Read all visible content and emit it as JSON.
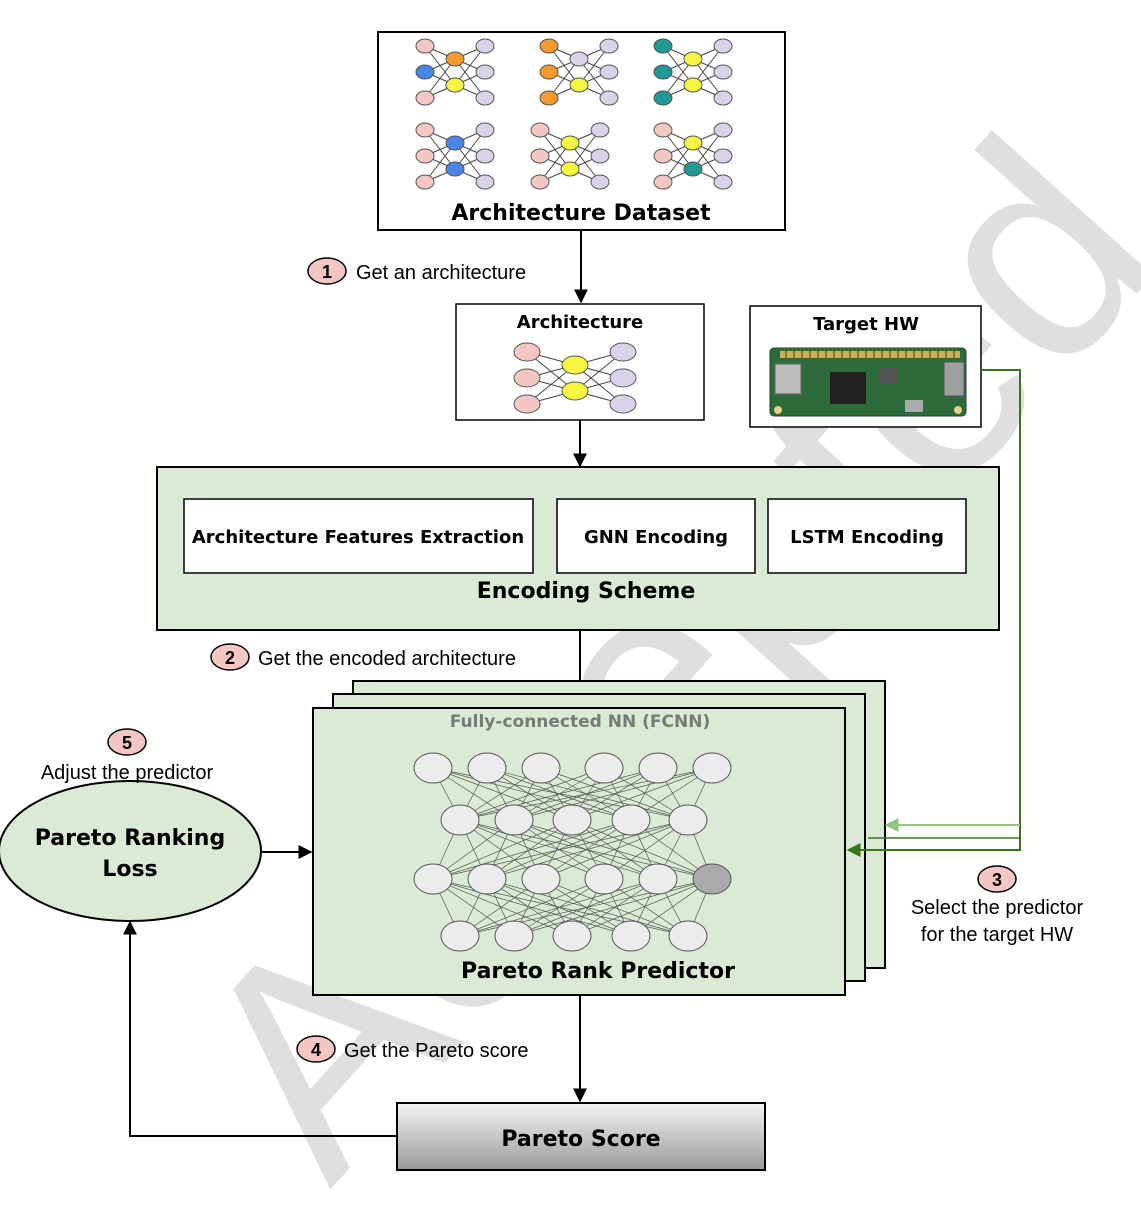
{
  "dataset": {
    "title": "Architecture Dataset"
  },
  "architecture": {
    "title": "Architecture"
  },
  "target_hw": {
    "title": "Target HW"
  },
  "encoding": {
    "title": "Encoding Scheme",
    "methods": [
      "Architecture Features Extraction",
      "GNN Encoding",
      "LSTM Encoding"
    ]
  },
  "predictor": {
    "subtitle": "Fully-connected NN (FCNN)",
    "title": "Pareto Rank Predictor"
  },
  "loss": {
    "line1": "Pareto Ranking",
    "line2": "Loss"
  },
  "score": {
    "title": "Pareto Score"
  },
  "steps": [
    {
      "num": "1",
      "text": "Get an architecture"
    },
    {
      "num": "2",
      "text": "Get the encoded architecture"
    },
    {
      "num": "3",
      "line1": "Select the predictor",
      "line2": "for the target HW"
    },
    {
      "num": "4",
      "text": "Get the Pareto score"
    },
    {
      "num": "5",
      "text": "Adjust the predictor"
    }
  ],
  "watermark": "Accepted",
  "colors": {
    "panel_green": "#dbead4",
    "node_pink": "#f4c7c3",
    "node_lavender": "#d9d2e9",
    "node_blue": "#4a86e8",
    "node_orange": "#f39a2c",
    "node_yellow": "#f5f542",
    "node_teal": "#1f9a94",
    "hw_line": "#38761d",
    "watermark": "#d9d9d9"
  }
}
